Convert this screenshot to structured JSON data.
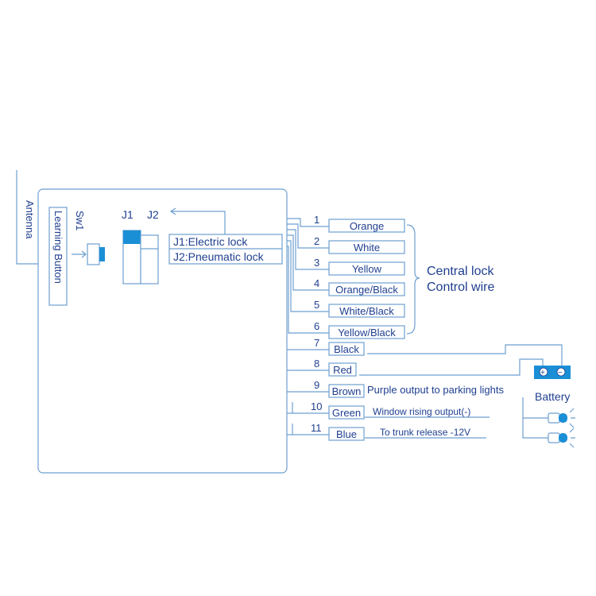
{
  "antenna_label": "Antenna",
  "learning_button_label": "Learning Button",
  "sw1_label": "Sw1",
  "jumper": {
    "j1": "J1",
    "j2": "J2",
    "j1_desc": "J1:Electric lock",
    "j2_desc": "J2:Pneumatic lock",
    "accent_color": "#1a8fd6"
  },
  "wires": [
    {
      "num": "1",
      "color_name": "Orange"
    },
    {
      "num": "2",
      "color_name": "White"
    },
    {
      "num": "3",
      "color_name": "Yellow"
    },
    {
      "num": "4",
      "color_name": "Orange/Black"
    },
    {
      "num": "5",
      "color_name": "White/Black"
    },
    {
      "num": "6",
      "color_name": "Yellow/Black"
    },
    {
      "num": "7",
      "color_name": "Black"
    },
    {
      "num": "8",
      "color_name": "Red"
    },
    {
      "num": "9",
      "color_name": "Brown"
    },
    {
      "num": "10",
      "color_name": "Green"
    },
    {
      "num": "11",
      "color_name": "Blue"
    }
  ],
  "central_lock": {
    "line1": "Central lock",
    "line2": "Control wire"
  },
  "outputs": {
    "parking": "Purple output to parking lights",
    "window": "Window rising output(-)",
    "trunk": "To trunk release -12V"
  },
  "battery": {
    "label": "Battery",
    "plus": "+",
    "minus": "−",
    "color": "#1a8fd6"
  },
  "line_color": "#6e9fd0",
  "text_color": "#1f3f8f"
}
